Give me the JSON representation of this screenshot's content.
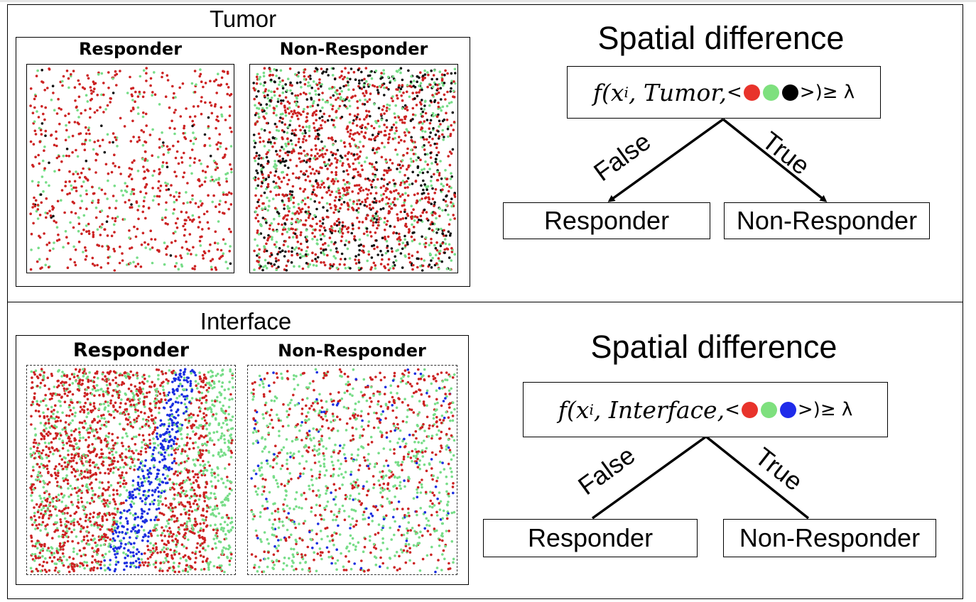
{
  "colors": {
    "red": "#cc2222",
    "green": "#77dd88",
    "black": "#111111",
    "blue": "#1a2ee0"
  },
  "tumor": {
    "title": "Tumor",
    "responder_label": "Responder",
    "nonresponder_label": "Non-Responder",
    "decision_title": "Spatial difference",
    "formula": {
      "prefix": "f(x",
      "subscript": "i",
      "middle": ", Tumor, ",
      "open": "<",
      "close": ">)",
      "tail": "≥ λ",
      "dot_colors": [
        "#e8332b",
        "#7ee07e",
        "#000000"
      ]
    },
    "false_label": "False",
    "true_label": "True",
    "leaf_false": "Responder",
    "leaf_true": "Non-Responder"
  },
  "interface": {
    "title": "Interface",
    "responder_label": "Responder",
    "nonresponder_label": "Non-Responder",
    "decision_title": "Spatial difference",
    "formula": {
      "prefix": "f(x",
      "subscript": "i",
      "middle": ", Interface, ",
      "open": "<",
      "close": ">)",
      "tail": "≥ λ",
      "dot_colors": [
        "#e8332b",
        "#7ee07e",
        "#1f2bea"
      ]
    },
    "false_label": "False",
    "true_label": "True",
    "leaf_false": "Responder",
    "leaf_true": "Non-Responder"
  }
}
